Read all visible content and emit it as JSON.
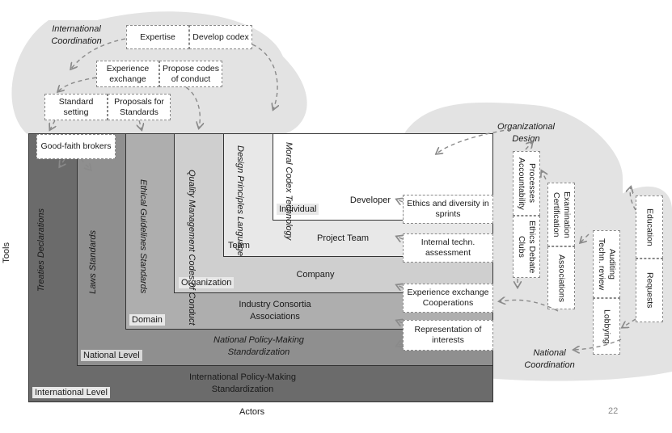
{
  "axes": {
    "tools": "Tools",
    "actors": "Actors"
  },
  "page_number": "22",
  "levels": {
    "international": {
      "tag": "International Level",
      "center": "International Policy-Making\nStandardization",
      "tool": "Treaties\nDeclarations"
    },
    "national": {
      "tag": "National Level",
      "center": "National Policy-Making\nStandardization",
      "tool": "Laws\nStandards"
    },
    "domain": {
      "tag": "Domain",
      "center": "Industry Consortia\nAssociations",
      "tool": "Ethical Guidelines\nStandards"
    },
    "organization": {
      "tag": "Organization",
      "center": "Company",
      "tool": "Quality Management\nCodes of Conduct"
    },
    "team": {
      "tag": "Team",
      "center": "Project Team",
      "tool": "Design Principles\nLanguage"
    },
    "individual": {
      "tag": "Individual",
      "center": "Developer",
      "tool": "Moral Codex\nTechnology"
    }
  },
  "international_coordination": {
    "title": "International\nCoordination",
    "boxes": [
      "Expertise",
      "Develop codex",
      "Experience\nexchange",
      "Propose codes\nof conduct",
      "Standard\nsetting",
      "Proposals for\nStandards",
      "Good-faith brokers"
    ]
  },
  "organizational_design": {
    "title": "Organizational\nDesign",
    "boxes": [
      "Ethics and diversity in\nsprints",
      "Internal techn.\nassessment",
      "Experience exchange\nCooperations",
      "Representation of\ninterests"
    ],
    "vertical_boxes": [
      "Processes\nAccountability",
      "Ethics Debate\nClubs",
      "Examination\nCertification",
      "Associations"
    ]
  },
  "national_coordination": {
    "title": "National\nCoordination",
    "vertical_boxes": [
      "Auditing\nTechn. review",
      "Lobbying",
      "Education",
      "Requests"
    ]
  },
  "colors": {
    "international": "#6b6b6b",
    "national": "#8f8f8f",
    "domain": "#aeaeae",
    "organization": "#cfcfcf",
    "team": "#e8e8e8",
    "individual": "#ffffff",
    "cloud": "#e3e3e3"
  }
}
